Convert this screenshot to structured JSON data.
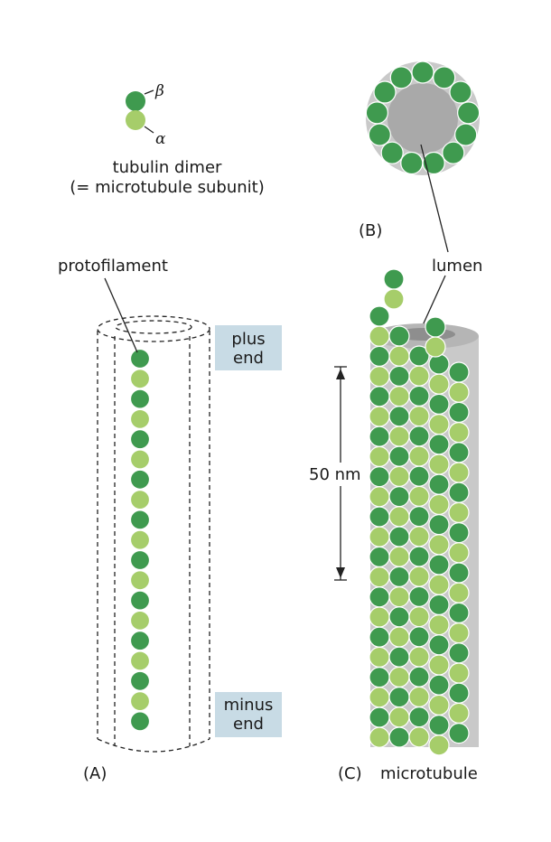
{
  "colors": {
    "beta": "#3f9a4f",
    "alpha": "#a6cd6a",
    "label_box": "#c8dbe5",
    "tube_wall": "#c9c9c9",
    "lumen": "#a9a9a9"
  },
  "dimer": {
    "beta_label": "β",
    "alpha_label": "α",
    "caption_line1": "tubulin dimer",
    "caption_line2": "(= microtubule subunit)"
  },
  "panel_a": {
    "letter": "(A)",
    "protofilament_label": "protofilament",
    "plus_end_line1": "plus",
    "plus_end_line2": "end",
    "minus_end_line1": "minus",
    "minus_end_line2": "end",
    "subunit_count": 19
  },
  "panel_b": {
    "letter": "(B)",
    "ring_subunit_count": 13
  },
  "panel_c": {
    "letter": "(C)",
    "caption": "microtubule",
    "lumen_label": "lumen",
    "scale_label": "50 nm"
  }
}
